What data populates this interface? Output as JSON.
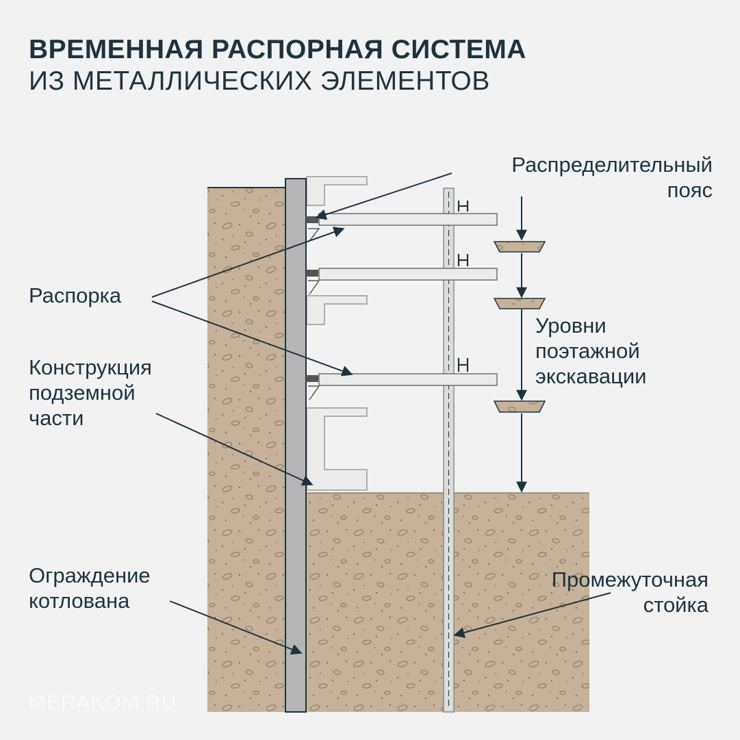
{
  "title": {
    "line1": "ВРЕМЕННАЯ РАСПОРНАЯ СИСТЕМА",
    "line2": "ИЗ МЕТАЛЛИЧЕСКИХ ЭЛЕМЕНТОВ"
  },
  "labels": {
    "belt_line1": "Распределительный",
    "belt_line2": "пояс",
    "strut": "Распорка",
    "levels_line1": "Уровни",
    "levels_line2": "поэтажной",
    "levels_line3": "экскавации",
    "structure_line1": "Конструкция",
    "structure_line2": "подземной",
    "structure_line3": "части",
    "fence_line1": "Ограждение",
    "fence_line2": "котлована",
    "post_line1": "Промежуточная",
    "post_line2": "стойка"
  },
  "watermark": "MERAKOM.RU",
  "colors": {
    "background": "#f2f2f2",
    "text": "#1e3340",
    "soil": "#c5b299",
    "wall": "#b5b5b5",
    "concrete": "#ebebeb"
  }
}
